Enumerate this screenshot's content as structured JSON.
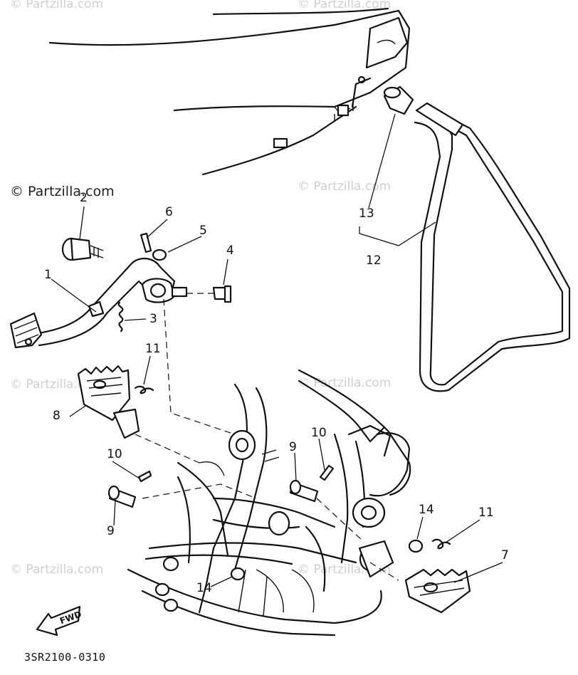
{
  "watermarks": {
    "primary": "© Partzilla.com",
    "faint": "© Partzilla.com"
  },
  "callouts": {
    "c1": "1",
    "c2": "2",
    "c3": "3",
    "c4": "4",
    "c5": "5",
    "c6": "6",
    "c7": "7",
    "c8": "8",
    "c9a": "9",
    "c9b": "9",
    "c10a": "10",
    "c10b": "10",
    "c11a": "11",
    "c11b": "11",
    "c12": "12",
    "c13": "13",
    "c14a": "14",
    "c14b": "14"
  },
  "fwd_label": "FWD",
  "diagram_code": "3SR2100-0310",
  "colors": {
    "ink": "#111111",
    "watermark": "#cfcfcf",
    "background": "#ffffff"
  }
}
